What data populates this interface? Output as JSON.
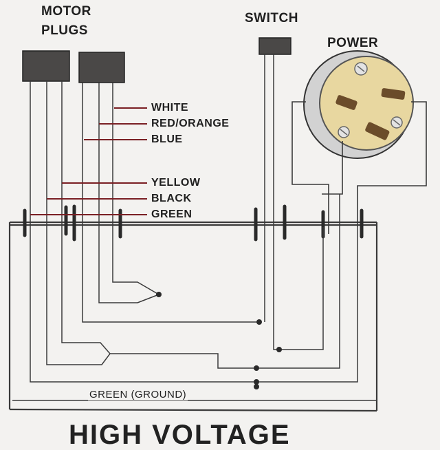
{
  "labels": {
    "motor_plugs_line1": "MOTOR",
    "motor_plugs_line2": "PLUGS",
    "switch": "SWITCH",
    "power": "POWER",
    "ground": "GREEN (GROUND)",
    "footer": "HIGH VOLTAGE"
  },
  "wire_legend": [
    {
      "label": "WHITE"
    },
    {
      "label": "RED/ORANGE"
    },
    {
      "label": "BLUE"
    },
    {
      "label": "YELLOW"
    },
    {
      "label": "BLACK"
    },
    {
      "label": "GREEN"
    }
  ],
  "colors": {
    "background": "#f3f2f0",
    "pencil": "#3a3a3a",
    "legend_line": "#7a1f24",
    "plug_body": "#4a4847",
    "outlet_face": "#e8d7a0",
    "outlet_ring": "#9a9a9a"
  }
}
